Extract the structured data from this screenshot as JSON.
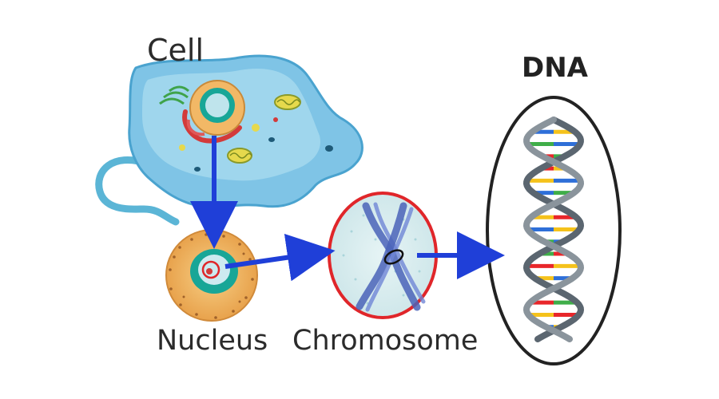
{
  "labels": {
    "cell": "Cell",
    "dna": "DNA",
    "nucleus": "Nucleus",
    "chromosome": "Chromosome"
  },
  "colors": {
    "arrow": "#1f3fd8",
    "cell_body": "#7fc4e6",
    "cell_membrane": "#4aa3cf",
    "nucleus_outer": "#f2b866",
    "nucleus_inner": "#1aa89b",
    "chromosome_border": "#e0262a",
    "chromosome_fill": "#d7ecef",
    "dna_border": "#222222",
    "dna_backbone": "#5b6670"
  },
  "dna_base_colors": [
    "#e8262a",
    "#f5c21b",
    "#2e6fd8",
    "#3fae49"
  ],
  "icons": [
    "cell-illustration",
    "nucleus-illustration",
    "chromosome-illustration",
    "dna-helix-illustration"
  ]
}
